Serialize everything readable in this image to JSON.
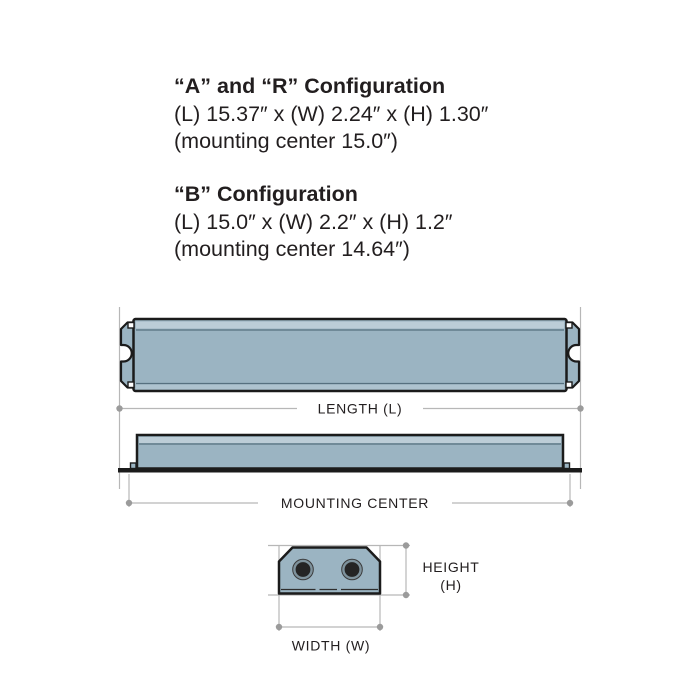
{
  "configurations": [
    {
      "title": "“A” and “R” Configuration",
      "dimensions": "(L) 15.37″ x (W) 2.24″ x (H) 1.30″",
      "mounting_center": "(mounting center 15.0″)"
    },
    {
      "title": "“B” Configuration",
      "dimensions": "(L) 15.0″ x (W) 2.2″ x (H) 1.2″",
      "mounting_center": "(mounting center 14.64″)"
    }
  ],
  "diagram": {
    "labels": {
      "length": "LENGTH (L)",
      "mounting_center": "MOUNTING CENTER",
      "height": "HEIGHT",
      "height_sub": "(H)",
      "width": "WIDTH (W)"
    },
    "colors": {
      "enclosure_fill": "#9bb4c2",
      "enclosure_highlight": "#bccdd7",
      "enclosure_detail_line": "#56707f",
      "outline": "#1b1b1b",
      "extension_line": "#b7b7b7",
      "dimension_dot": "#9b9b9b",
      "hole_ring": "#7e929c",
      "hole_inner": "#242424",
      "text": "#221e1f"
    }
  }
}
